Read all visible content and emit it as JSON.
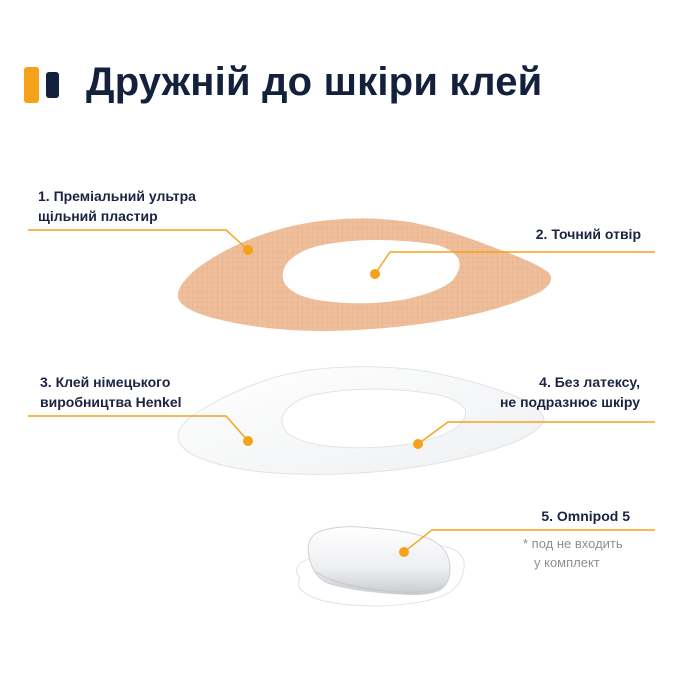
{
  "heading": "Дружній до шкіри клей",
  "brand_colors": {
    "accent": "#f5a21b",
    "dark": "#14213d",
    "patch": "#efbf9b",
    "text": "#1b2340"
  },
  "labels": {
    "l1": {
      "line1": "1. Преміальний ультра",
      "line2": "щільний пластир"
    },
    "l2": "2. Точний отвір",
    "l3": {
      "line1": "3. Клей німецького",
      "line2": "виробництва Henkel"
    },
    "l4": {
      "line1": "4. Без латексу,",
      "line2": "не подразнює шкіру"
    },
    "l5": "5. Omnipod 5",
    "note": {
      "line1": "* под не входить",
      "line2": "у комплект"
    }
  }
}
